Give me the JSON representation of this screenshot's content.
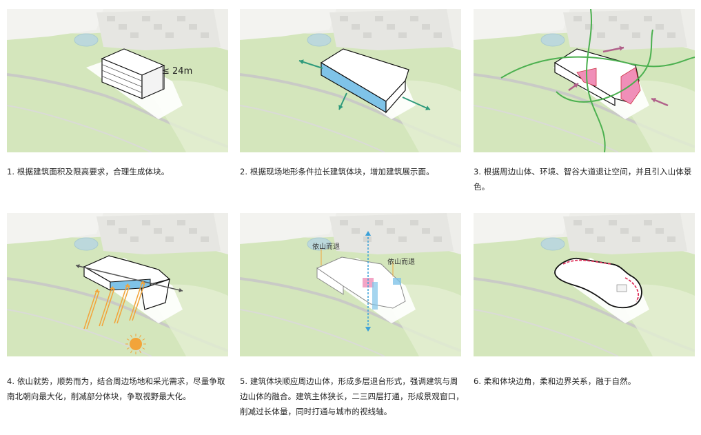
{
  "colors": {
    "grass": "#d4e6bc",
    "grass_light": "#e3efd2",
    "road": "#c9cac6",
    "water": "#bcd8dc",
    "building": "#ffffff",
    "highlight_blue": "#7fc3e8",
    "highlight_pink": "#f08fb8",
    "green_line": "#4bb04f",
    "arrow_green": "#2e9a7b",
    "arrow_purple": "#b0608a",
    "sun_orange": "#f2a43a",
    "axis_blue": "#3aa0d8"
  },
  "steps": [
    {
      "caption": "1. 根据建筑面积及限高要求，合理生成体块。",
      "height_label": "≤ 24m"
    },
    {
      "caption": "2. 根据现场地形条件拉长建筑体块，增加建筑展示面。"
    },
    {
      "caption": "3. 根据周边山体、环境、智谷大道退让空间，并且引入山体景色。"
    },
    {
      "caption": "4. 依山就势，顺势而为，结合周边场地和采光需求，尽量争取南北朝向最大化，削减部分体块，争取视野最大化。"
    },
    {
      "caption": "5. 建筑体块顺应周边山体，形成多层退台形式，强调建筑与周边山体的融合。建筑主体狭长，二三四层打通，形成景观窗口，削减过长体量，同时打通与城市的视线轴。",
      "labels": [
        "依山而退",
        "依山而退"
      ]
    },
    {
      "caption": "6. 柔和体块边角，柔和边界关系，融于自然。"
    }
  ]
}
